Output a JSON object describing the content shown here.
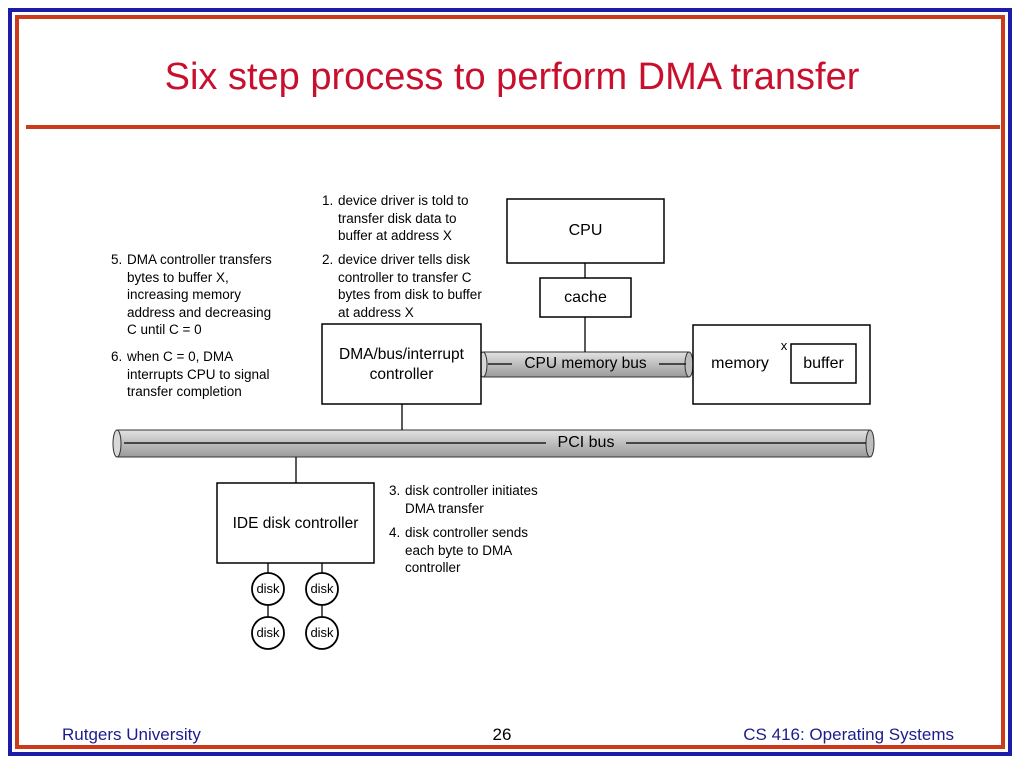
{
  "slide": {
    "title": "Six step process to perform DMA transfer",
    "footer_left": "Rutgers University",
    "page_number": "26",
    "footer_right": "CS 416: Operating Systems"
  },
  "diagram": {
    "cpu": "CPU",
    "cache": "cache",
    "dma_controller": [
      "DMA/bus/interrupt",
      "controller"
    ],
    "cpu_memory_bus": "CPU memory bus",
    "memory": "memory",
    "buffer": "buffer",
    "buffer_marker": "x",
    "pci_bus": "PCI bus",
    "ide_controller": "IDE disk controller",
    "disk": "disk"
  },
  "steps": {
    "step1": {
      "num": "1.",
      "lines": [
        "device driver is told to",
        "transfer disk data to",
        "buffer at address X"
      ]
    },
    "step2": {
      "num": "2.",
      "lines": [
        "device driver tells disk",
        "controller to transfer C",
        "bytes from disk to buffer",
        "at address X"
      ]
    },
    "step3": {
      "num": "3.",
      "lines": [
        "disk controller initiates",
        "DMA transfer"
      ]
    },
    "step4": {
      "num": "4.",
      "lines": [
        "disk controller sends",
        "each byte to DMA",
        "controller"
      ]
    },
    "step5": {
      "num": "5.",
      "lines": [
        "DMA controller transfers",
        "bytes to buffer X,",
        "increasing memory",
        "address and decreasing",
        "C until C = 0"
      ]
    },
    "step6": {
      "num": "6.",
      "lines": [
        "when C = 0, DMA",
        "interrupts CPU to signal",
        "transfer completion"
      ]
    }
  }
}
